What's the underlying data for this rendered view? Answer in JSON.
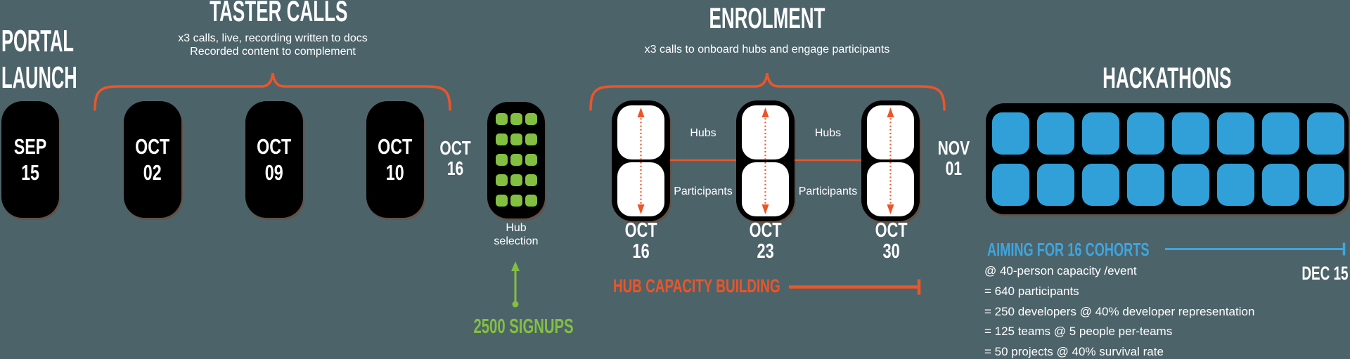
{
  "colors": {
    "background": "#4D636A",
    "card_black": "#000000",
    "orange": "#EC5528",
    "green": "#83BF41",
    "blue_square": "#31A0D8",
    "blue_text": "#3EA6DF",
    "white": "#FFFFFF"
  },
  "portal_launch": {
    "title_line1": "PORTAL",
    "title_line2": "LAUNCH",
    "date": {
      "month": "SEP",
      "day": "15"
    }
  },
  "taster_calls": {
    "title": "TASTER CALLS",
    "subtitle_line1": "x3 calls, live, recording written to docs",
    "subtitle_line2": "Recorded content to complement",
    "cards": [
      {
        "month": "OCT",
        "day": "02"
      },
      {
        "month": "OCT",
        "day": "09"
      },
      {
        "month": "OCT",
        "day": "10"
      }
    ],
    "end_label": {
      "month": "OCT",
      "day": "16"
    }
  },
  "hub_selection": {
    "label_line1": "Hub",
    "label_line2": "selection",
    "grid": {
      "rows": 5,
      "cols": 3
    },
    "signups": "2500 SIGNUPS"
  },
  "enrolment": {
    "title": "ENROLMENT",
    "subtitle": "x3 calls to onboard hubs and engage participants",
    "cards": [
      {
        "month": "OCT",
        "day": "16"
      },
      {
        "month": "OCT",
        "day": "23"
      },
      {
        "month": "OCT",
        "day": "30"
      }
    ],
    "gap_label_top": "Hubs",
    "gap_label_bottom": "Participants",
    "end_label": {
      "month": "NOV",
      "day": "01"
    },
    "capacity_label": "HUB CAPACITY BUILDING"
  },
  "hackathons": {
    "title": "HACKATHONS",
    "grid": {
      "rows": 2,
      "cols": 8
    },
    "aim_label": "AIMING FOR 16 COHORTS",
    "deadline": "DEC 15",
    "bullets": [
      "@ 40-person capacity /event",
      "= 640 participants",
      "= 250 developers @ 40% developer representation",
      "= 125 teams @ 5 people per-teams",
      "= 50 projects @ 40% survival rate"
    ]
  }
}
